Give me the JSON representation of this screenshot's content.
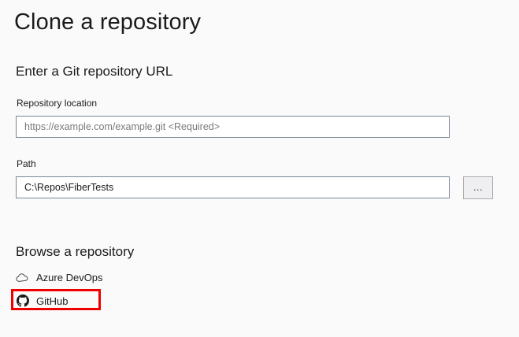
{
  "dialog": {
    "title": "Clone a repository"
  },
  "url_section": {
    "heading": "Enter a Git repository URL",
    "fields": [
      {
        "label": "Repository location",
        "value": "",
        "placeholder": "https://example.com/example.git <Required>"
      },
      {
        "label": "Path",
        "value": "C:\\Repos\\FiberTests",
        "placeholder": ""
      }
    ],
    "browse_button_label": "..."
  },
  "browse_section": {
    "heading": "Browse a repository",
    "providers": [
      {
        "label": "Azure DevOps",
        "icon": "cloud-icon",
        "highlighted": false
      },
      {
        "label": "GitHub",
        "icon": "github-icon",
        "highlighted": true
      }
    ]
  },
  "colors": {
    "background": "#fafafa",
    "text": "#1b1b1b",
    "input_border": "#7a879a",
    "input_background": "#ffffff",
    "placeholder_text": "#7a7a7a",
    "button_background": "#efeff2",
    "button_border": "#acacac",
    "highlight": "#ee0000",
    "github_mark": "#1b1b1b",
    "cloud_icon": "#4a4a4a"
  }
}
